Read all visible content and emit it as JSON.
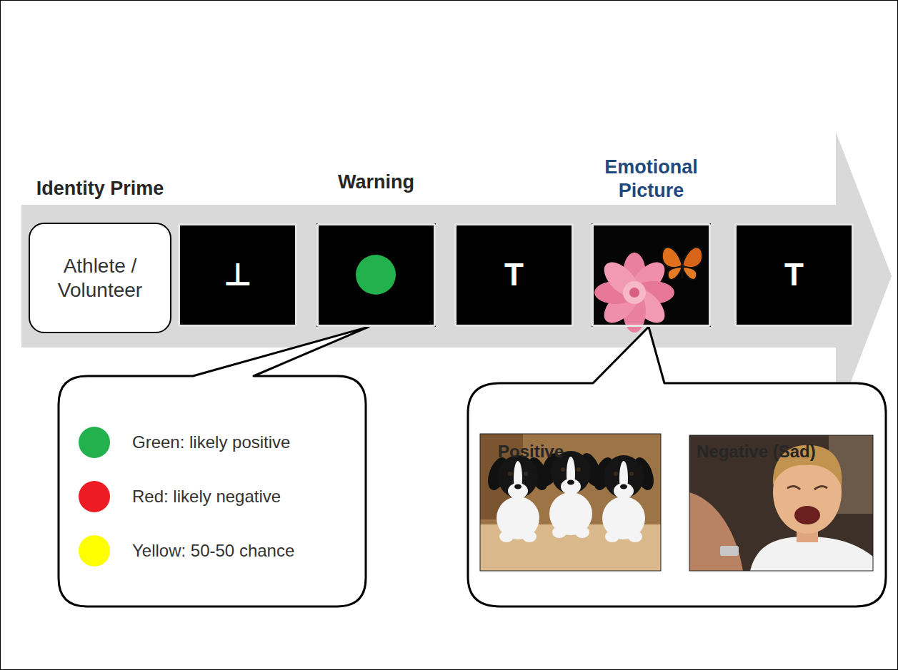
{
  "diagram": {
    "nodes": [
      {
        "text": [
          "Identity Prime",
          "Athlete / Volunteer"
        ]
      },
      {
        "text": [
          "⊥"
        ]
      },
      {
        "text": [
          "Warning"
        ]
      },
      {
        "text": [
          "T"
        ]
      },
      {
        "text": [
          "Emotional Picture"
        ]
      },
      {
        "text": [
          "T"
        ]
      }
    ],
    "labels": [
      "Positive",
      "Negative (Sad)"
    ],
    "legend": [
      {
        "text": "Green: likely positive",
        "color": "#22b14c"
      },
      {
        "text": "Red: likely negative",
        "color": "#ed1c24"
      },
      {
        "text": "Yellow: 50-50 chance",
        "color": "#ffff00"
      }
    ]
  }
}
